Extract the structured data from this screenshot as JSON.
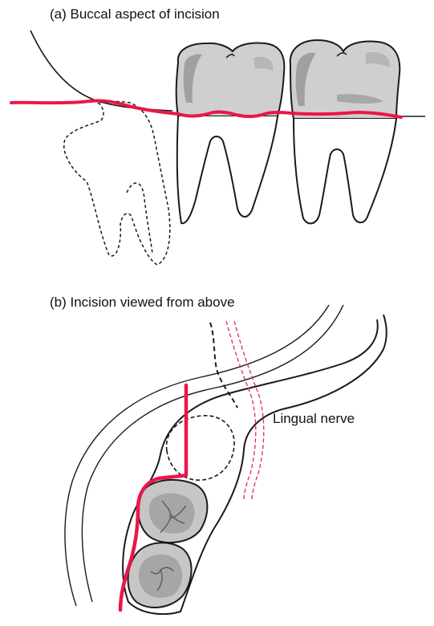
{
  "panel_a": {
    "caption": "(a) Buccal aspect of incision"
  },
  "panel_b": {
    "caption": "(b) Incision viewed from above",
    "nerve_label": "Lingual nerve"
  },
  "colors": {
    "incision": "#e8174a",
    "nerve": "#e0336a",
    "tooth_fill": "#cfcfcf",
    "tooth_shade": "#9a9a9a",
    "outline": "#1a1a1a",
    "background": "#ffffff"
  }
}
